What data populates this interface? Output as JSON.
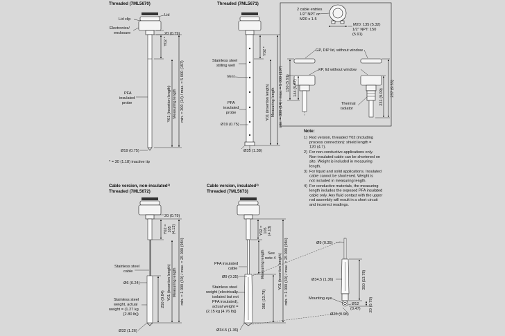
{
  "panels": {
    "tl": {
      "title": "Threaded (7ML5670)",
      "lid": "Lid",
      "lid_clip": "Lid clip",
      "electronics": "Electronics/",
      "enclosure": "enclosure",
      "dim_20": "20 (0.79)",
      "y02": "Y02 *",
      "pfa1": "PFA",
      "pfa2": "insulated",
      "pfa3": "probe",
      "y01_a": "Y01 (insertion length)",
      "y01_b": "Measuring length",
      "y01_c": "min. = 300 (14) / max. = 5 000 (197)",
      "dia19": "Ø19 (0.75)",
      "footnote": "* = 30 (1.18) inactive tip"
    },
    "tm": {
      "title": "Threaded (7ML5671)",
      "ss1": "Stainless steel",
      "ss2": "stilling well",
      "vent": "Vent",
      "pfa1": "PFA",
      "pfa2": "insulated",
      "pfa3": "probe",
      "y02": "Y02 *",
      "y01_a": "Y01 (insertion length)",
      "y01_b": "Measuring length",
      "y01_c": "min. = 300 (14) / max. = 5 000 (197)",
      "dia19": "Ø19 (0.75)",
      "dia35": "Ø35 (1.38)"
    },
    "tr": {
      "entries1": "2 cable entries",
      "entries2": "1/2\" NPT or",
      "entries3": "M20 x 1.5",
      "m20": "M20: 135 (5.32)",
      "npt": "1/2\" NPT: 150",
      "npt2": "(5.91)",
      "gp": "GP, DIP lid, without window",
      "xp": "XP, lid without window",
      "d150": "150 (5.91)",
      "d144": "144 (5.67)",
      "d231": "231 (9.09)",
      "d237": "237 (9.33)",
      "thermal1": "Thermal",
      "thermal2": "isolator"
    },
    "notes": {
      "title": "Note:",
      "items": [
        {
          "n": "1)",
          "l": [
            "Rod version, threaded Y02 (including",
            "process connection): shield length =",
            "120 (4.7)."
          ]
        },
        {
          "n": "2)",
          "l": [
            "For non-conductive applications only.",
            "Non-insulated cable can be shortened on",
            "site. Weight is included in measuring",
            "length."
          ]
        },
        {
          "n": "3)",
          "l": [
            "For liquid and solid applications. Insulated",
            "cable cannot be shortened. Weight is",
            "not included in measuring length."
          ]
        },
        {
          "n": "4)",
          "l": [
            "For conductive materials, the measuring",
            "length includes the exposed PFA insulated",
            "cable only. Any fluid contact with the upper",
            "rod assembly will result in a short circuit",
            "and incorrect readings."
          ]
        }
      ]
    },
    "bl": {
      "title1": "Cable version, non-insulated",
      "sup1": "2)",
      "title2": "Threaded (7ML5672)",
      "dim_20": "20 (0.79)",
      "y02": "Y02 =",
      "y02b": "105",
      "y02c": "(4.13)",
      "ss1": "Stainless steel",
      "ss2": "cable",
      "dia6": "Ø6 (0.24)",
      "w1": "Stainless steel",
      "w2": "weight, actual",
      "w3": "weight = (1.27 kg",
      "w4": "[2.80 lb])",
      "d250": "250 (9.84)",
      "y01_a": "Y01 (insertion length)",
      "y01_b": "Measuring length",
      "y01_c": "min. = 1 000 (40) / max. = 25 000 (984)",
      "dia32": "Ø32 (1.26)"
    },
    "bm": {
      "title1": "Cable version, insulated",
      "sup1": "3)",
      "title2": "Threaded (7ML5673)",
      "y02": "Y02 =",
      "y02b": "105",
      "y02c": "(4.13)",
      "see1": "See",
      "see2": "note 4",
      "pfa1": "PFA insulated",
      "pfa2": "cable",
      "dia9": "Ø9 (0.35)",
      "w1": "Stainless steel",
      "w2": "weight (electrically",
      "w3": "isolated but not",
      "w4": "PFA insulated),",
      "w5": "actual weight =",
      "w6": "(2.15 kg [4.76 lb])",
      "d350": "350 (13.78)",
      "meas": "Measuring length",
      "y01_a": "Y01 (insertion length)",
      "y01_c": "min. = 1 000 (40) / max. = 25 000 (984)",
      "dia345": "Ø34.5 (1.36)"
    },
    "br": {
      "dia9": "Ø9 (0.35)",
      "dia345": "Ø34.5 (1.36)",
      "d350": "350 (13.78)",
      "eye": "Mounting eye",
      "dia12": "Ø12",
      "dia12b": "(0.47)",
      "d20": "20 (0.79)",
      "dia25": "Ø25 (0.98)"
    }
  },
  "colors": {
    "background": "#d9d9d9",
    "line": "#111111"
  }
}
